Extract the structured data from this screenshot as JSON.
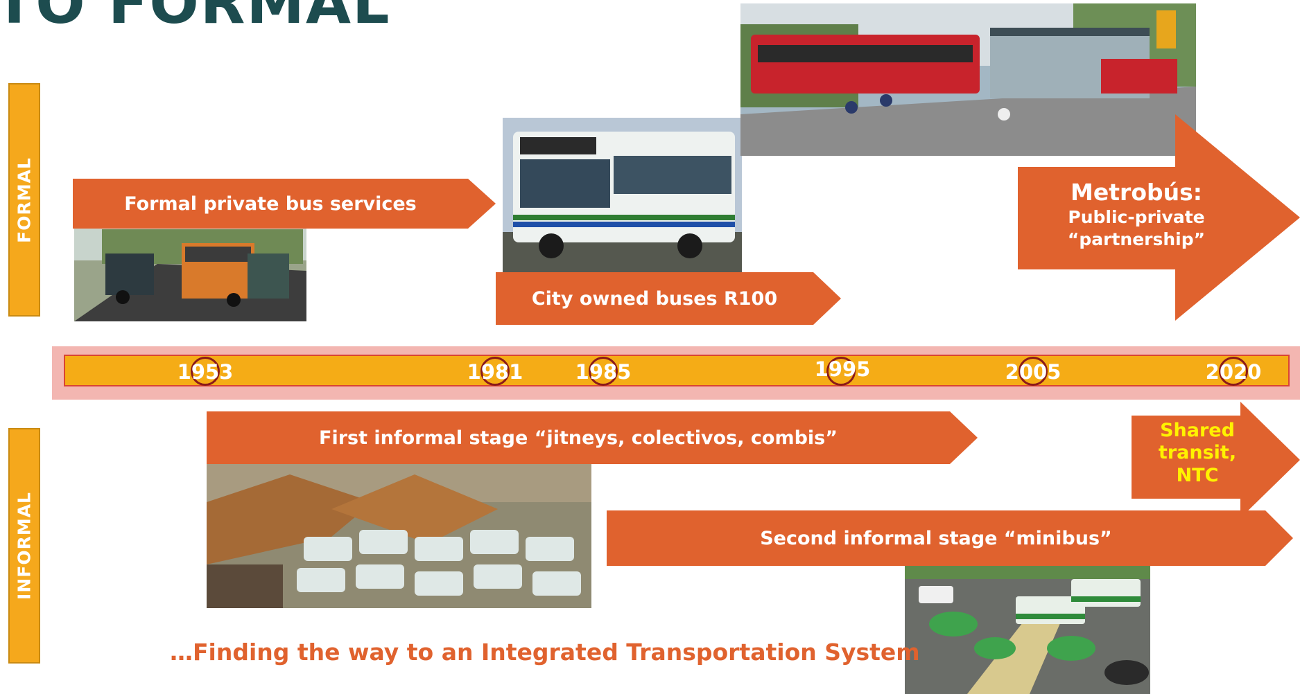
{
  "title": "TO FORMAL",
  "side_labels": {
    "formal": "FORMAL",
    "informal": "INFORMAL"
  },
  "arrows": {
    "formal_private": "Formal private bus services",
    "city_owned": "City owned buses R100",
    "metrobus_title": "Metrobús:",
    "metrobus_sub1": "Public-private",
    "metrobus_sub2": "“partnership”",
    "first_informal": "First informal stage “jitneys, colectivos, combis”",
    "second_informal": "Second informal stage “minibus”",
    "shared_1": "Shared",
    "shared_2": "transit,",
    "shared_3": "NTC"
  },
  "timeline": {
    "years": [
      "1953",
      "1981",
      "1985",
      "1995",
      "2005",
      "2020"
    ]
  },
  "footer": "…Finding the way to an Integrated Transportation System",
  "colors": {
    "arrow": "#e0622e",
    "timeline": "#f5ac16",
    "title": "#1d4c4f",
    "shared_text": "#fff200"
  }
}
